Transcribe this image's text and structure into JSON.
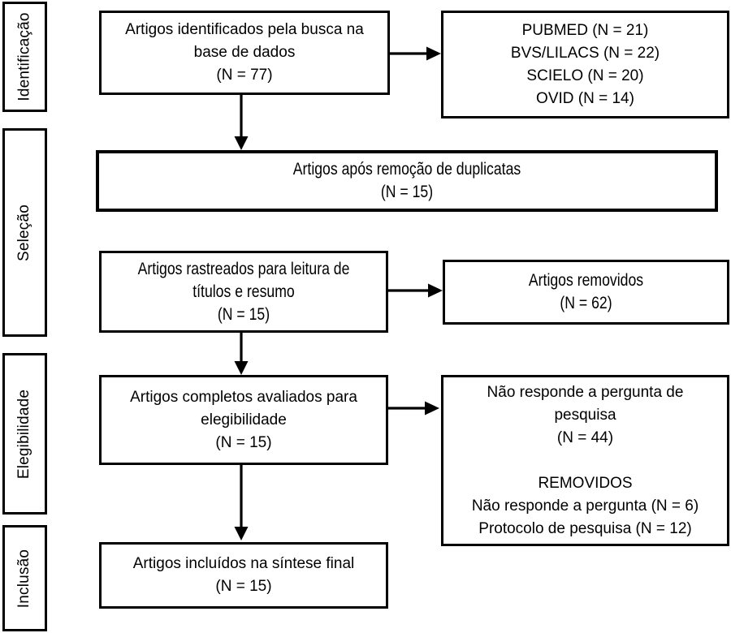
{
  "stages": {
    "identification": "Identificação",
    "selection": "Seleção",
    "eligibility": "Elegibilidade",
    "inclusion": "Inclusão"
  },
  "boxes": {
    "identified": {
      "lines": [
        "Artigos identificados pela busca na",
        "base de dados",
        "(N = 77)"
      ]
    },
    "databases": {
      "lines": [
        "PUBMED (N = 21)",
        "BVS/LILACS (N = 22)",
        "SCIELO (N = 20)",
        "OVID (N = 14)"
      ]
    },
    "after_duplicates": {
      "lines": [
        "Artigos após remoção de duplicatas",
        "(N = 15)"
      ]
    },
    "screened": {
      "lines": [
        "Artigos rastreados para leitura de",
        "títulos e resumo",
        "(N = 15)"
      ]
    },
    "removed": {
      "lines": [
        "Artigos removidos",
        "(N = 62)"
      ]
    },
    "fulltext": {
      "lines": [
        "Artigos completos avaliados para",
        "elegibilidade",
        "(N = 15)"
      ]
    },
    "excluded": {
      "lines": [
        "Não responde a pergunta de",
        "pesquisa",
        "(N = 44)",
        "",
        "REMOVIDOS",
        "Não responde a pergunta (N = 6)",
        "Protocolo de pesquisa (N = 12)"
      ]
    },
    "included": {
      "lines": [
        "Artigos incluídos na síntese final",
        "(N = 15)"
      ]
    }
  },
  "colors": {
    "ink": "#000000",
    "paper": "#ffffff"
  }
}
